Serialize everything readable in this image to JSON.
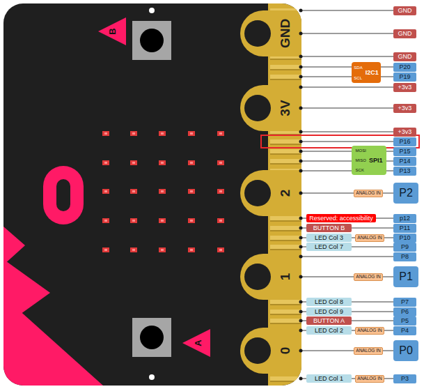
{
  "diagram": {
    "nodes": [
      {
        "text": [
          "GND"
        ]
      },
      {
        "text": [
          "GND"
        ]
      },
      {
        "text": [
          "GND"
        ]
      },
      {
        "text": [
          "SDA",
          "SCL",
          "I2C1"
        ]
      },
      {
        "text": [
          "P20"
        ]
      },
      {
        "text": [
          "P19"
        ]
      },
      {
        "text": [
          "+3v3"
        ]
      },
      {
        "text": [
          "+3v3"
        ]
      },
      {
        "text": [
          "+3v3"
        ]
      },
      {
        "text": [
          "P16"
        ]
      },
      {
        "text": [
          "MOSI",
          "MISO",
          "SCK",
          "SPI1"
        ]
      },
      {
        "text": [
          "P15"
        ]
      },
      {
        "text": [
          "P14"
        ]
      },
      {
        "text": [
          "P13"
        ]
      },
      {
        "text": [
          "ANALOG IN"
        ]
      },
      {
        "text": [
          "P2"
        ]
      },
      {
        "text": [
          "Reserved: accessibility"
        ]
      },
      {
        "text": [
          "p12"
        ]
      },
      {
        "text": [
          "BUTTON B"
        ]
      },
      {
        "text": [
          "P11"
        ]
      },
      {
        "text": [
          "LED Col 3"
        ]
      },
      {
        "text": [
          "ANALOG IN"
        ]
      },
      {
        "text": [
          "P10"
        ]
      },
      {
        "text": [
          "LED Col 7"
        ]
      },
      {
        "text": [
          "P9"
        ]
      },
      {
        "text": [
          "P8"
        ]
      },
      {
        "text": [
          "ANALOG IN"
        ]
      },
      {
        "text": [
          "P1"
        ]
      },
      {
        "text": [
          "LED Col 8"
        ]
      },
      {
        "text": [
          "P7"
        ]
      },
      {
        "text": [
          "LED Col 9"
        ]
      },
      {
        "text": [
          "P6"
        ]
      },
      {
        "text": [
          "BUTTON A"
        ]
      },
      {
        "text": [
          "P5"
        ]
      },
      {
        "text": [
          "LED Col 2"
        ]
      },
      {
        "text": [
          "ANALOG IN"
        ]
      },
      {
        "text": [
          "P4"
        ]
      },
      {
        "text": [
          "ANALOG IN"
        ]
      },
      {
        "text": [
          "P0"
        ]
      },
      {
        "text": [
          "LED Col 1"
        ]
      },
      {
        "text": [
          "ANALOG IN"
        ]
      },
      {
        "text": [
          "P3"
        ]
      }
    ],
    "labels": [
      "B",
      "GND",
      "3V",
      "2",
      "1",
      "0",
      "A"
    ]
  }
}
